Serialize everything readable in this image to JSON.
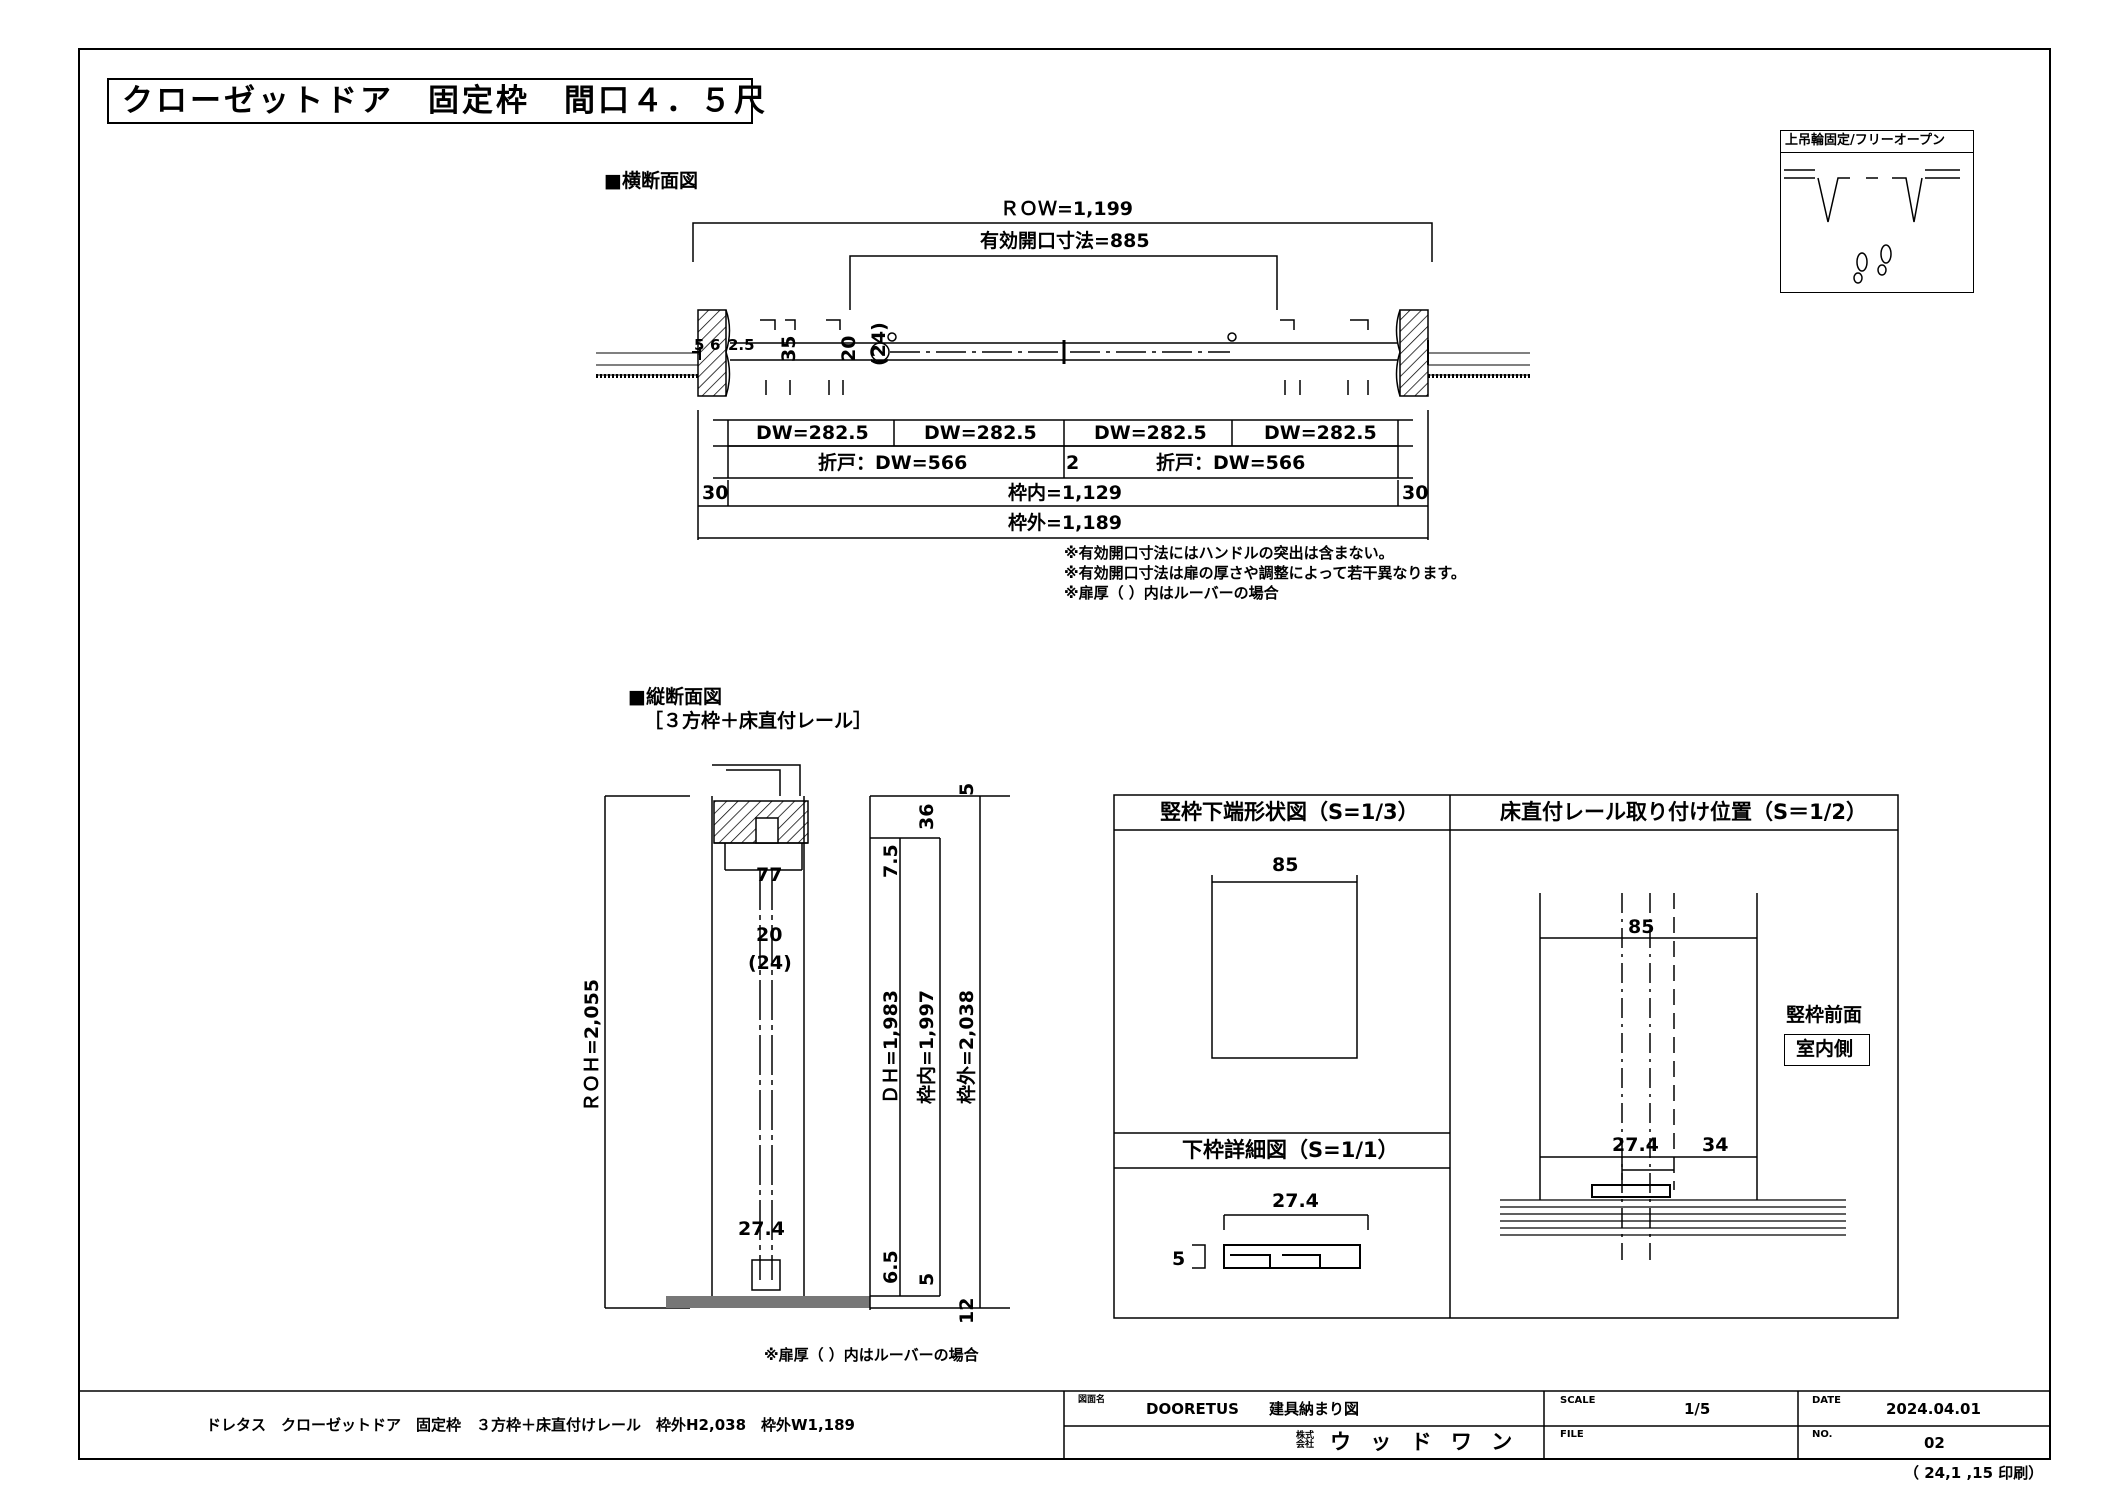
{
  "title": "クローゼットドア　固定枠　間口４．５尺",
  "legend_box": {
    "caption": "上吊輪固定/フリーオープン"
  },
  "plan": {
    "heading": "■横断面図",
    "row": "ＲＯＷ=1,199",
    "effective_opening": "有効開口寸法=885",
    "small_dims": [
      "5",
      "6",
      "2.5",
      "35",
      "20",
      "(24)"
    ],
    "dw_cells": [
      "DW=282.5",
      "DW=282.5",
      "DW=282.5",
      "DW=282.5"
    ],
    "fold_left": "折戸：DW=566",
    "fold_right": "折戸：DW=566",
    "center_gap": "2",
    "side_left": "30",
    "side_right": "30",
    "inner": "枠内=1,129",
    "outer": "枠外=1,189",
    "notes": [
      "※有効開口寸法にはハンドルの突出は含まない。",
      "※有効開口寸法は扉の厚さや調整によって若干異なります。",
      "※扉厚（ ）内はルーバーの場合"
    ]
  },
  "section": {
    "heading": "■縦断面図",
    "subheading": "［３方枠＋床直付レール］",
    "roh": "ＲＯＨ=2,055",
    "dh": "ＤＨ=1,983",
    "inner": "枠内=1,997",
    "outer": "枠外=2,038",
    "dims": [
      "5",
      "36",
      "7.5",
      "77",
      "20",
      "(24)",
      "27.4",
      "6.5",
      "5",
      "12"
    ],
    "note": "※扉厚（ ）内はルーバーの場合"
  },
  "detail_a": {
    "title": "竪枠下端形状図（S=1/3）",
    "dim": "85"
  },
  "detail_b": {
    "title": "下枠詳細図（S=1/1）",
    "dim_w": "27.4",
    "dim_h": "5"
  },
  "detail_c": {
    "title": "床直付レール取り付け位置（S＝1/2）",
    "dim_85": "85",
    "dim_274": "27.4",
    "dim_34": "34",
    "front_label": "竪枠前面",
    "room_label": "室内側"
  },
  "title_block": {
    "description": "ドレタス　クローゼットドア　固定枠　３方枠＋床直付けレール　枠外H2,038　枠外W1,189",
    "drawing_name_label": "図面名",
    "drawing_name": "DOORETUS　　建具納まり図",
    "company_label": "株式会社",
    "company": "ウ ッ ド ワ ン",
    "scale_label": "SCALE",
    "scale": "1/5",
    "file_label": "FILE",
    "file": "",
    "date_label": "DATE",
    "date": "2024.04.01",
    "no_label": "NO.",
    "no": "02",
    "print_note": "（ 24,1 ,15 印刷）"
  }
}
